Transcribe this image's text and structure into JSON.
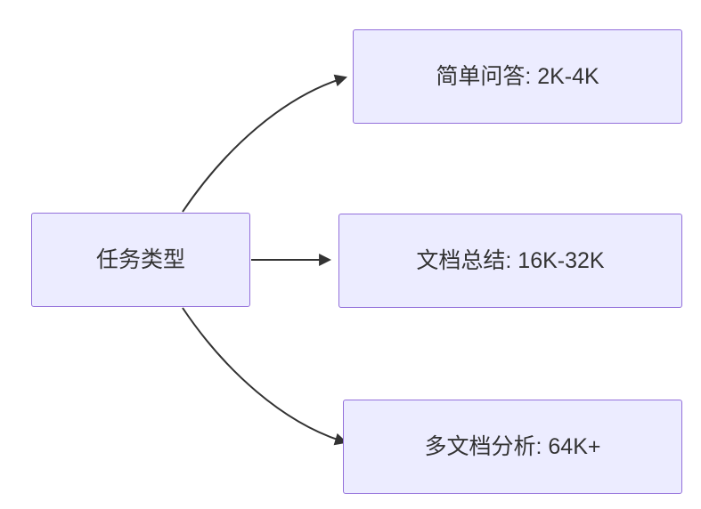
{
  "diagram": {
    "type": "flowchart",
    "direction": "left-to-right",
    "root": {
      "label": "任务类型"
    },
    "nodes": [
      {
        "id": "simple-qa",
        "label": "简单问答: 2K-4K"
      },
      {
        "id": "doc-summary",
        "label": "文档总结: 16K-32K"
      },
      {
        "id": "multi-doc",
        "label": "多文档分析: 64K+"
      }
    ],
    "edges": [
      {
        "from": "root",
        "to": "simple-qa"
      },
      {
        "from": "root",
        "to": "doc-summary"
      },
      {
        "from": "root",
        "to": "multi-doc"
      }
    ],
    "colors": {
      "node_fill": "#ECECFF",
      "node_border": "#9370DB",
      "arrow": "#333333",
      "text": "#333333",
      "background": "#ffffff"
    }
  }
}
